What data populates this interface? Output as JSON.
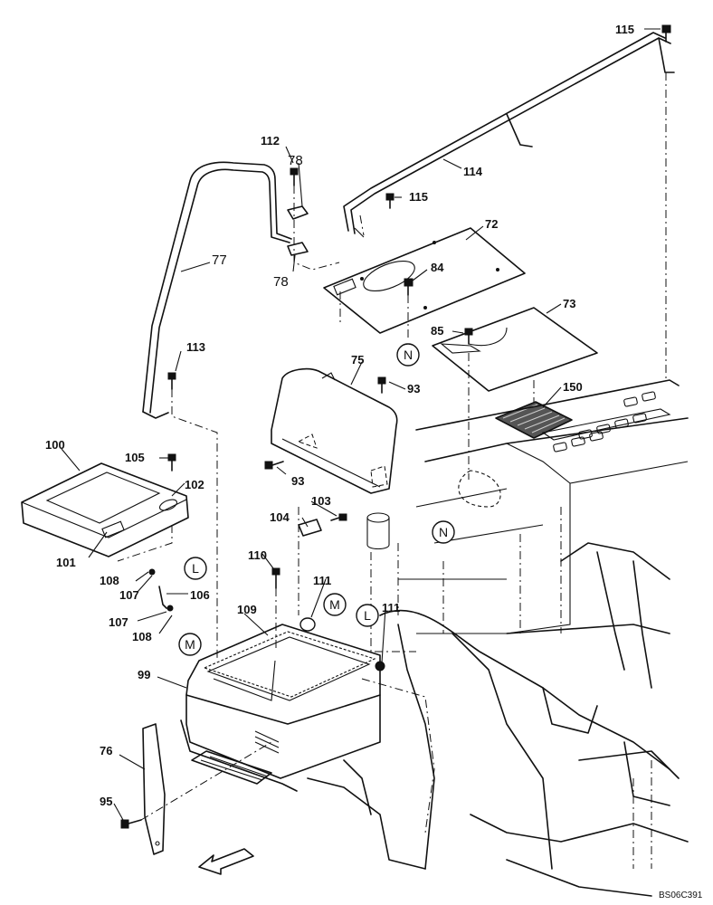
{
  "callouts": {
    "c115a": "115",
    "c115b": "115",
    "c114": "114",
    "c112": "112",
    "c78a": "78",
    "c78b": "78",
    "c77": "77",
    "c72": "72",
    "c84": "84",
    "c73": "73",
    "c85": "85",
    "c113": "113",
    "c75": "75",
    "c93a": "93",
    "c93b": "93",
    "c150": "150",
    "c100": "100",
    "c105": "105",
    "c102": "102",
    "c101": "101",
    "c103": "103",
    "c104": "104",
    "c110": "110",
    "c111a": "111",
    "c111b": "111",
    "c108a": "108",
    "c107a": "107",
    "c106": "106",
    "c107b": "107",
    "c108b": "108",
    "c109": "109",
    "c99": "99",
    "c76": "76",
    "c95": "95"
  },
  "reference_circles": {
    "n1": "N",
    "n2": "N",
    "l1": "L",
    "l2": "L",
    "m1": "M",
    "m2": "M"
  },
  "drawing_code": "BS06C391"
}
